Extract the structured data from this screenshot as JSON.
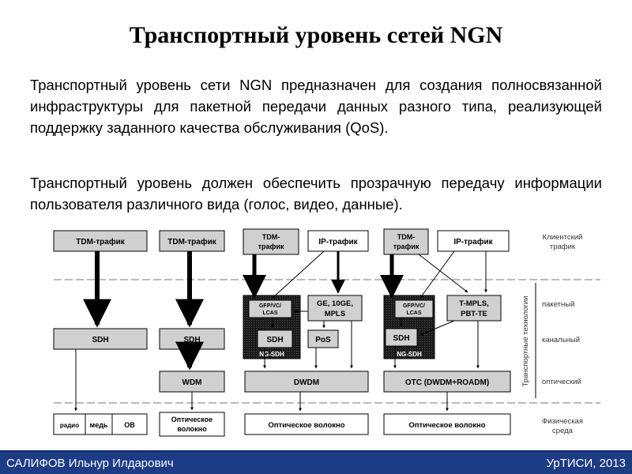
{
  "title": "Транспортный уровень сетей NGN",
  "paragraphs": [
    "Транспортный уровень сети NGN предназначен для создания полносвязанной инфраструктуры для пакетной передачи данных разного типа, реализующей поддержку заданного качества обслуживания (QoS).",
    "Транспортный уровень должен обеспечить  прозрачную передачу информации пользователя различного вида (голос, видео, данные)."
  ],
  "diagram": {
    "col1": {
      "tdm": "TDM-трафик",
      "sdh": "SDH",
      "media": [
        "радио",
        "медь",
        "ОВ"
      ]
    },
    "col2": {
      "tdm": "TDM-трафик",
      "sdh": "SDH",
      "wdm": "WDM",
      "fiber": [
        "Оптическое",
        "волокно"
      ]
    },
    "col3": {
      "tdm": [
        "TDM-",
        "трафик"
      ],
      "ip": "IP-трафик",
      "gfp": [
        "GFP/VC/",
        "LCAS"
      ],
      "ge": [
        "GE, 10GE,",
        "MPLS"
      ],
      "sdh": "SDH",
      "pos": "PoS",
      "ngsdh": "NG-SDH",
      "dwdm": "DWDM",
      "fiber": "Оптическое волокно"
    },
    "col4": {
      "tdm": [
        "TDM-",
        "трафик"
      ],
      "ip": "IP-трафик",
      "gfp": [
        "GFP/VC/",
        "LCAS"
      ],
      "tmpls": [
        "T-MPLS,",
        "PBT-TE"
      ],
      "sdh": "SDH",
      "ngsdh": "NG-SDH",
      "otc": "OTC (DWDM+ROADM)",
      "fiber": "Оптическое волокно"
    },
    "labels": {
      "client": [
        "Клиентский",
        "трафик"
      ],
      "vertical": "Транспортные технологии",
      "packet": "пакетный",
      "channel": "канальный",
      "optical": "оптический",
      "physical": [
        "Физическая",
        "среда"
      ]
    }
  },
  "footer": {
    "author": "САЛИФОВ Ильнур Илдарович",
    "org": "УрТИСИ, 2013"
  }
}
